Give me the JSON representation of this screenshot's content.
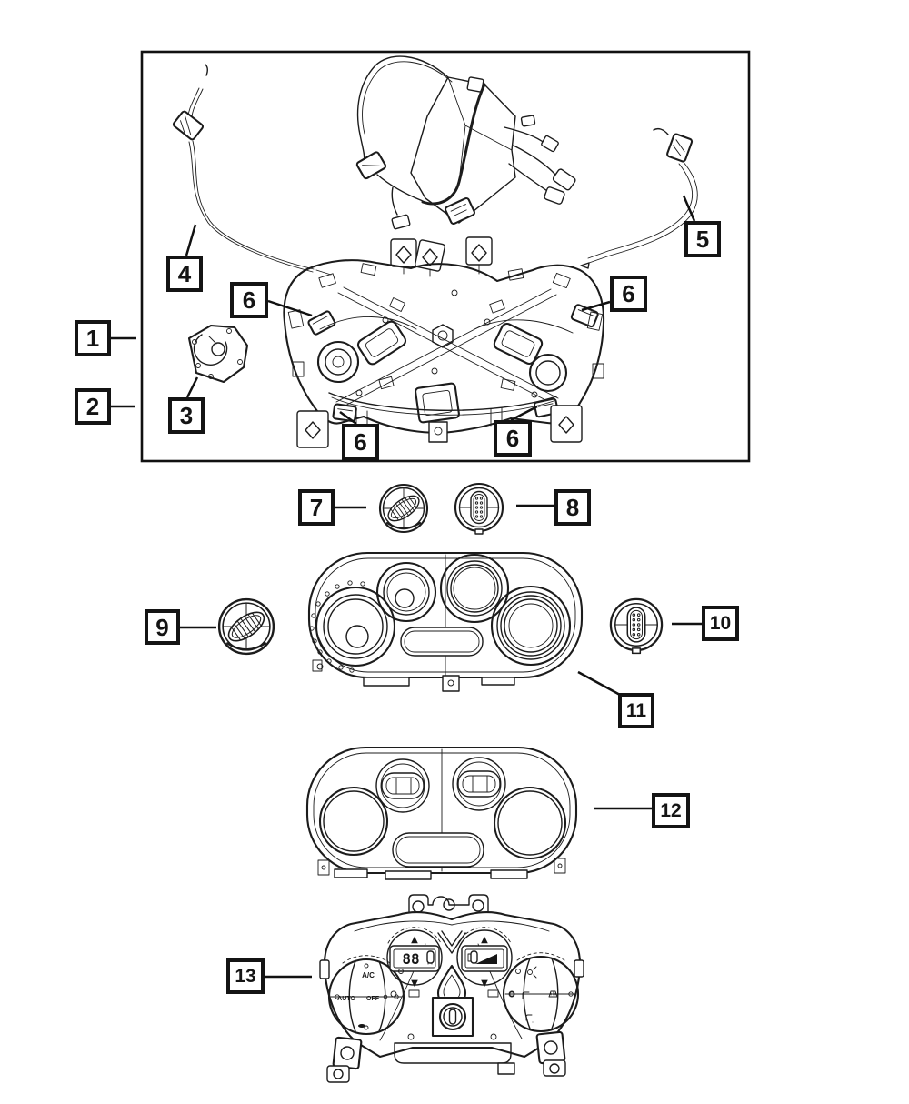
{
  "figure": {
    "bg_color": "#ffffff",
    "line_color": "#1c1c1c",
    "callout_border_color": "#141414"
  },
  "callouts": [
    {
      "label": "1"
    },
    {
      "label": "2"
    },
    {
      "label": "3"
    },
    {
      "label": "4"
    },
    {
      "label": "5"
    },
    {
      "label": "6"
    },
    {
      "label": "6"
    },
    {
      "label": "6"
    },
    {
      "label": "6"
    },
    {
      "label": "7"
    },
    {
      "label": "8"
    },
    {
      "label": "9"
    },
    {
      "label": "10"
    },
    {
      "label": "11"
    },
    {
      "label": "12"
    },
    {
      "label": "13"
    }
  ],
  "cluster": {
    "ac_label": "A/C",
    "auto_label": "AUTO",
    "off_label": "OFF",
    "temp_display": "88"
  },
  "icons": {
    "up_arrow": "▲",
    "down_arrow": "▼"
  }
}
